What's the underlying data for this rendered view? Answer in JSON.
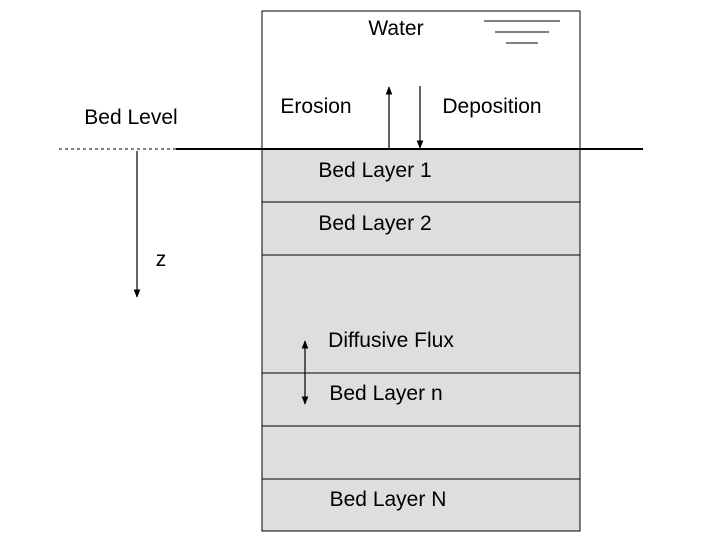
{
  "labels": {
    "water": "Water",
    "erosion": "Erosion",
    "deposition": "Deposition",
    "bed_level": "Bed Level",
    "z_axis": "z",
    "diffusive_flux": "Diffusive Flux"
  },
  "layers": [
    "Bed Layer 1",
    "Bed Layer 2",
    "",
    "Bed Layer n",
    "",
    "Bed Layer N"
  ],
  "colors": {
    "bed_fill": "#dedede",
    "water_fill": "#ffffff",
    "line": "#000000"
  },
  "icons": {
    "water_surface": "water-surface-icon"
  }
}
